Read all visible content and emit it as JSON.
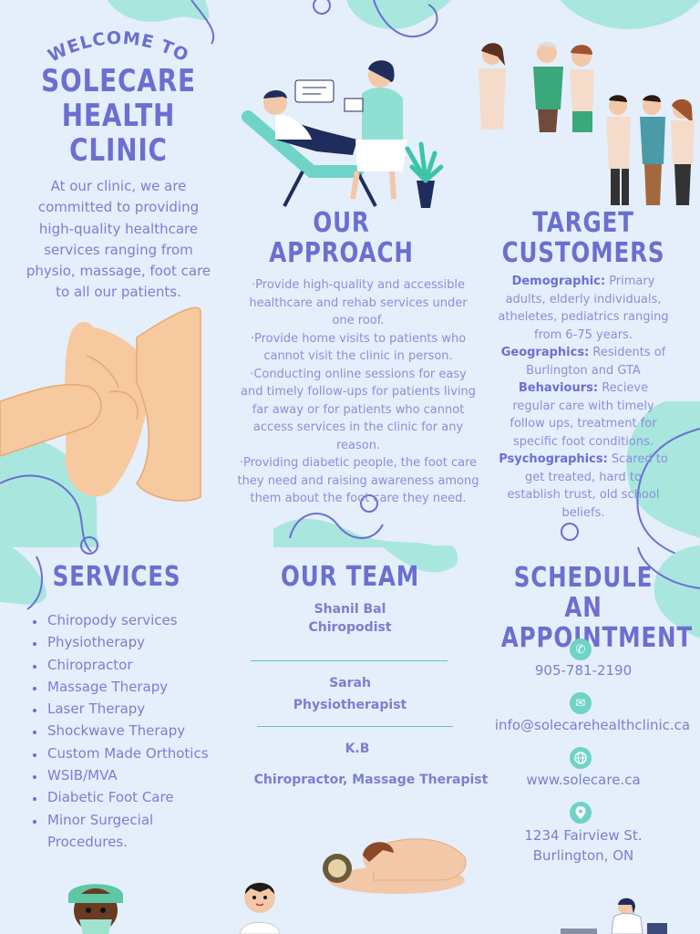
{
  "welcome": {
    "greeting": "WELCOME TO",
    "title_line1": "SOLECARE",
    "title_line2": "HEALTH",
    "title_line3": "CLINIC",
    "intro": "At our clinic, we are committed to providing high-quality healthcare services ranging from physio, massage, foot care to all our patients."
  },
  "approach": {
    "title_line1": "OUR",
    "title_line2": "APPROACH",
    "points": [
      "·Provide high-quality and accessible healthcare and rehab services under one roof.",
      "·Provide home visits to patients who cannot visit the clinic in person.",
      "·Conducting online sessions for easy and timely follow-ups for patients living far away or for patients who cannot access services in the clinic for any reason.",
      "·Providing diabetic people, the foot care they need and raising awareness among them about the foot care they need."
    ]
  },
  "target": {
    "title_line1": "TARGET",
    "title_line2": "CUSTOMERS",
    "segments": [
      {
        "label": "Demographic:",
        "text": " Primary adults, elderly individuals, atheletes, pediatrics ranging from 6-75 years."
      },
      {
        "label": "Geographics:",
        "text": " Residents of Burlington and GTA"
      },
      {
        "label": "Behaviours:",
        "text": " Recieve regular care with timely follow ups, treatment for specific foot conditions."
      },
      {
        "label": "Psychographics:",
        "text": " Scared to get treated, hard to establish trust, old school beliefs."
      }
    ]
  },
  "services": {
    "title": "SERVICES",
    "items": [
      "Chiropody services",
      "Physiotherapy",
      "Chiropractor",
      "Massage Therapy",
      "Laser Therapy",
      "Shockwave Therapy",
      "Custom Made Orthotics",
      "WSIB/MVA",
      "Diabetic Foot Care",
      "Minor Surgecial Procedures."
    ]
  },
  "team": {
    "title": "OUR TEAM",
    "members": [
      {
        "name": "Shanil Bal",
        "role": "Chiropodist"
      },
      {
        "name": "Sarah",
        "role": "Physiotherapist"
      },
      {
        "name": "K.B",
        "role": "Chiropractor, Massage Therapist"
      }
    ]
  },
  "schedule": {
    "title_line1": "SCHEDULE AN",
    "title_line2": "APPOINTMENT",
    "phone": "905-781-2190",
    "email": "info@solecarehealthclinic.ca",
    "website": "www.solecare.ca",
    "address_line1": "1234 Fairview St.",
    "address_line2": "Burlington, ON"
  },
  "icons": {
    "phone": "phone-icon",
    "email": "email-icon",
    "website": "globe-icon",
    "address": "location-pin-icon"
  },
  "colors": {
    "background": "#e4effb",
    "heading": "#6b6fd0",
    "text": "#8a8fd6",
    "accent_teal": "#6fd3c7",
    "blob": "#a9e6de"
  }
}
